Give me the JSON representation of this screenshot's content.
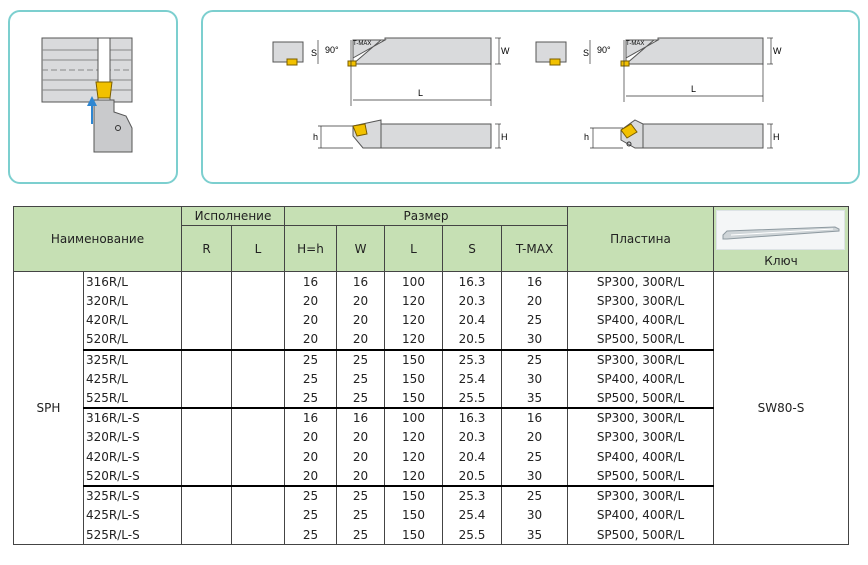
{
  "diagrams": {
    "left_label_1": "S",
    "left_label_2": "90°",
    "left_label_3": "T-MAX",
    "left_label_4": "W",
    "left_label_5": "L",
    "left_label_6": "h",
    "left_label_7": "H",
    "right_label_1": "S",
    "right_label_2": "90°",
    "right_label_3": "T-MAX",
    "right_label_4": "W",
    "right_label_5": "L",
    "right_label_6": "h",
    "right_label_7": "H"
  },
  "table": {
    "headers": {
      "name": "Наименование",
      "execution": "Исполнение",
      "size": "Размер",
      "insert": "Пластина",
      "key": "Ключ",
      "r": "R",
      "l": "L",
      "hh": "H=h",
      "w": "W",
      "len": "L",
      "s": "S",
      "tmax": "T-MAX"
    },
    "series": "SPH",
    "key_value": "SW80-S",
    "rows": [
      {
        "name": "316R/L",
        "hh": "16",
        "w": "16",
        "l": "100",
        "s": "16.3",
        "tmax": "16",
        "insert": "SP300, 300R/L"
      },
      {
        "name": "320R/L",
        "hh": "20",
        "w": "20",
        "l": "120",
        "s": "20.3",
        "tmax": "20",
        "insert": "SP300, 300R/L"
      },
      {
        "name": "420R/L",
        "hh": "20",
        "w": "20",
        "l": "120",
        "s": "20.4",
        "tmax": "25",
        "insert": "SP400, 400R/L"
      },
      {
        "name": "520R/L",
        "hh": "20",
        "w": "20",
        "l": "120",
        "s": "20.5",
        "tmax": "30",
        "insert": "SP500, 500R/L"
      },
      {
        "name": "325R/L",
        "hh": "25",
        "w": "25",
        "l": "150",
        "s": "25.3",
        "tmax": "25",
        "insert": "SP300, 300R/L"
      },
      {
        "name": "425R/L",
        "hh": "25",
        "w": "25",
        "l": "150",
        "s": "25.4",
        "tmax": "30",
        "insert": "SP400, 400R/L"
      },
      {
        "name": "525R/L",
        "hh": "25",
        "w": "25",
        "l": "150",
        "s": "25.5",
        "tmax": "35",
        "insert": "SP500, 500R/L"
      },
      {
        "name": "316R/L-S",
        "hh": "16",
        "w": "16",
        "l": "100",
        "s": "16.3",
        "tmax": "16",
        "insert": "SP300, 300R/L"
      },
      {
        "name": "320R/L-S",
        "hh": "20",
        "w": "20",
        "l": "120",
        "s": "20.3",
        "tmax": "20",
        "insert": "SP300, 300R/L"
      },
      {
        "name": "420R/L-S",
        "hh": "20",
        "w": "20",
        "l": "120",
        "s": "20.4",
        "tmax": "25",
        "insert": "SP400, 400R/L"
      },
      {
        "name": "520R/L-S",
        "hh": "20",
        "w": "20",
        "l": "120",
        "s": "20.5",
        "tmax": "30",
        "insert": "SP500, 500R/L"
      },
      {
        "name": "325R/L-S",
        "hh": "25",
        "w": "25",
        "l": "150",
        "s": "25.3",
        "tmax": "25",
        "insert": "SP300, 300R/L"
      },
      {
        "name": "425R/L-S",
        "hh": "25",
        "w": "25",
        "l": "150",
        "s": "25.4",
        "tmax": "30",
        "insert": "SP400, 400R/L"
      },
      {
        "name": "525R/L-S",
        "hh": "25",
        "w": "25",
        "l": "150",
        "s": "25.5",
        "tmax": "35",
        "insert": "SP500, 500R/L"
      }
    ]
  },
  "colors": {
    "panel_border": "#7ccfcf",
    "header_fill": "#c6e0b4",
    "insert_gold": "#f2c100",
    "arrow_blue": "#2e86d1",
    "tool_body": "#d9dadc"
  }
}
